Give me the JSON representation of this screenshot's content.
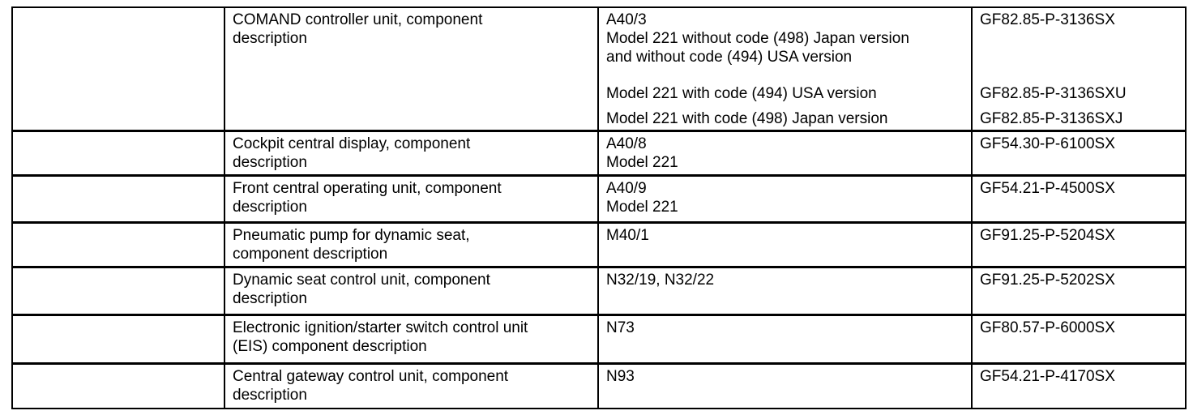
{
  "page": {
    "background_color": "#ffffff",
    "text_color": "#000000",
    "border_color": "#000000"
  },
  "table": {
    "rows": [
      {
        "description": "COMAND controller unit, component\ndescription",
        "entries": [
          {
            "model": "A40/3\nModel 221 without code (498) Japan version\nand without code (494) USA version",
            "code": "GF82.85-P-3136SX"
          },
          {
            "model": "Model 221 with code (494) USA version",
            "code": "GF82.85-P-3136SXU"
          },
          {
            "model": "Model 221 with code (498) Japan version",
            "code": "GF82.85-P-3136SXJ"
          }
        ]
      },
      {
        "description": "Cockpit central display, component\ndescription",
        "model": "A40/8\nModel 221",
        "code": "GF54.30-P-6100SX"
      },
      {
        "description": "Front central operating unit, component\ndescription",
        "model": "A40/9\nModel 221",
        "code": "GF54.21-P-4500SX"
      },
      {
        "description": "Pneumatic pump for dynamic seat,\ncomponent description",
        "model": "M40/1",
        "code": "GF91.25-P-5204SX"
      },
      {
        "description": "Dynamic seat control unit, component\ndescription",
        "model": "N32/19, N32/22",
        "code": "GF91.25-P-5202SX"
      },
      {
        "description": "Electronic ignition/starter switch control unit\n(EIS) component description",
        "model": "N73",
        "code": "GF80.57-P-6000SX"
      },
      {
        "description": "Central gateway control unit, component\ndescription",
        "model": "N93",
        "code": "GF54.21-P-4170SX"
      }
    ]
  }
}
